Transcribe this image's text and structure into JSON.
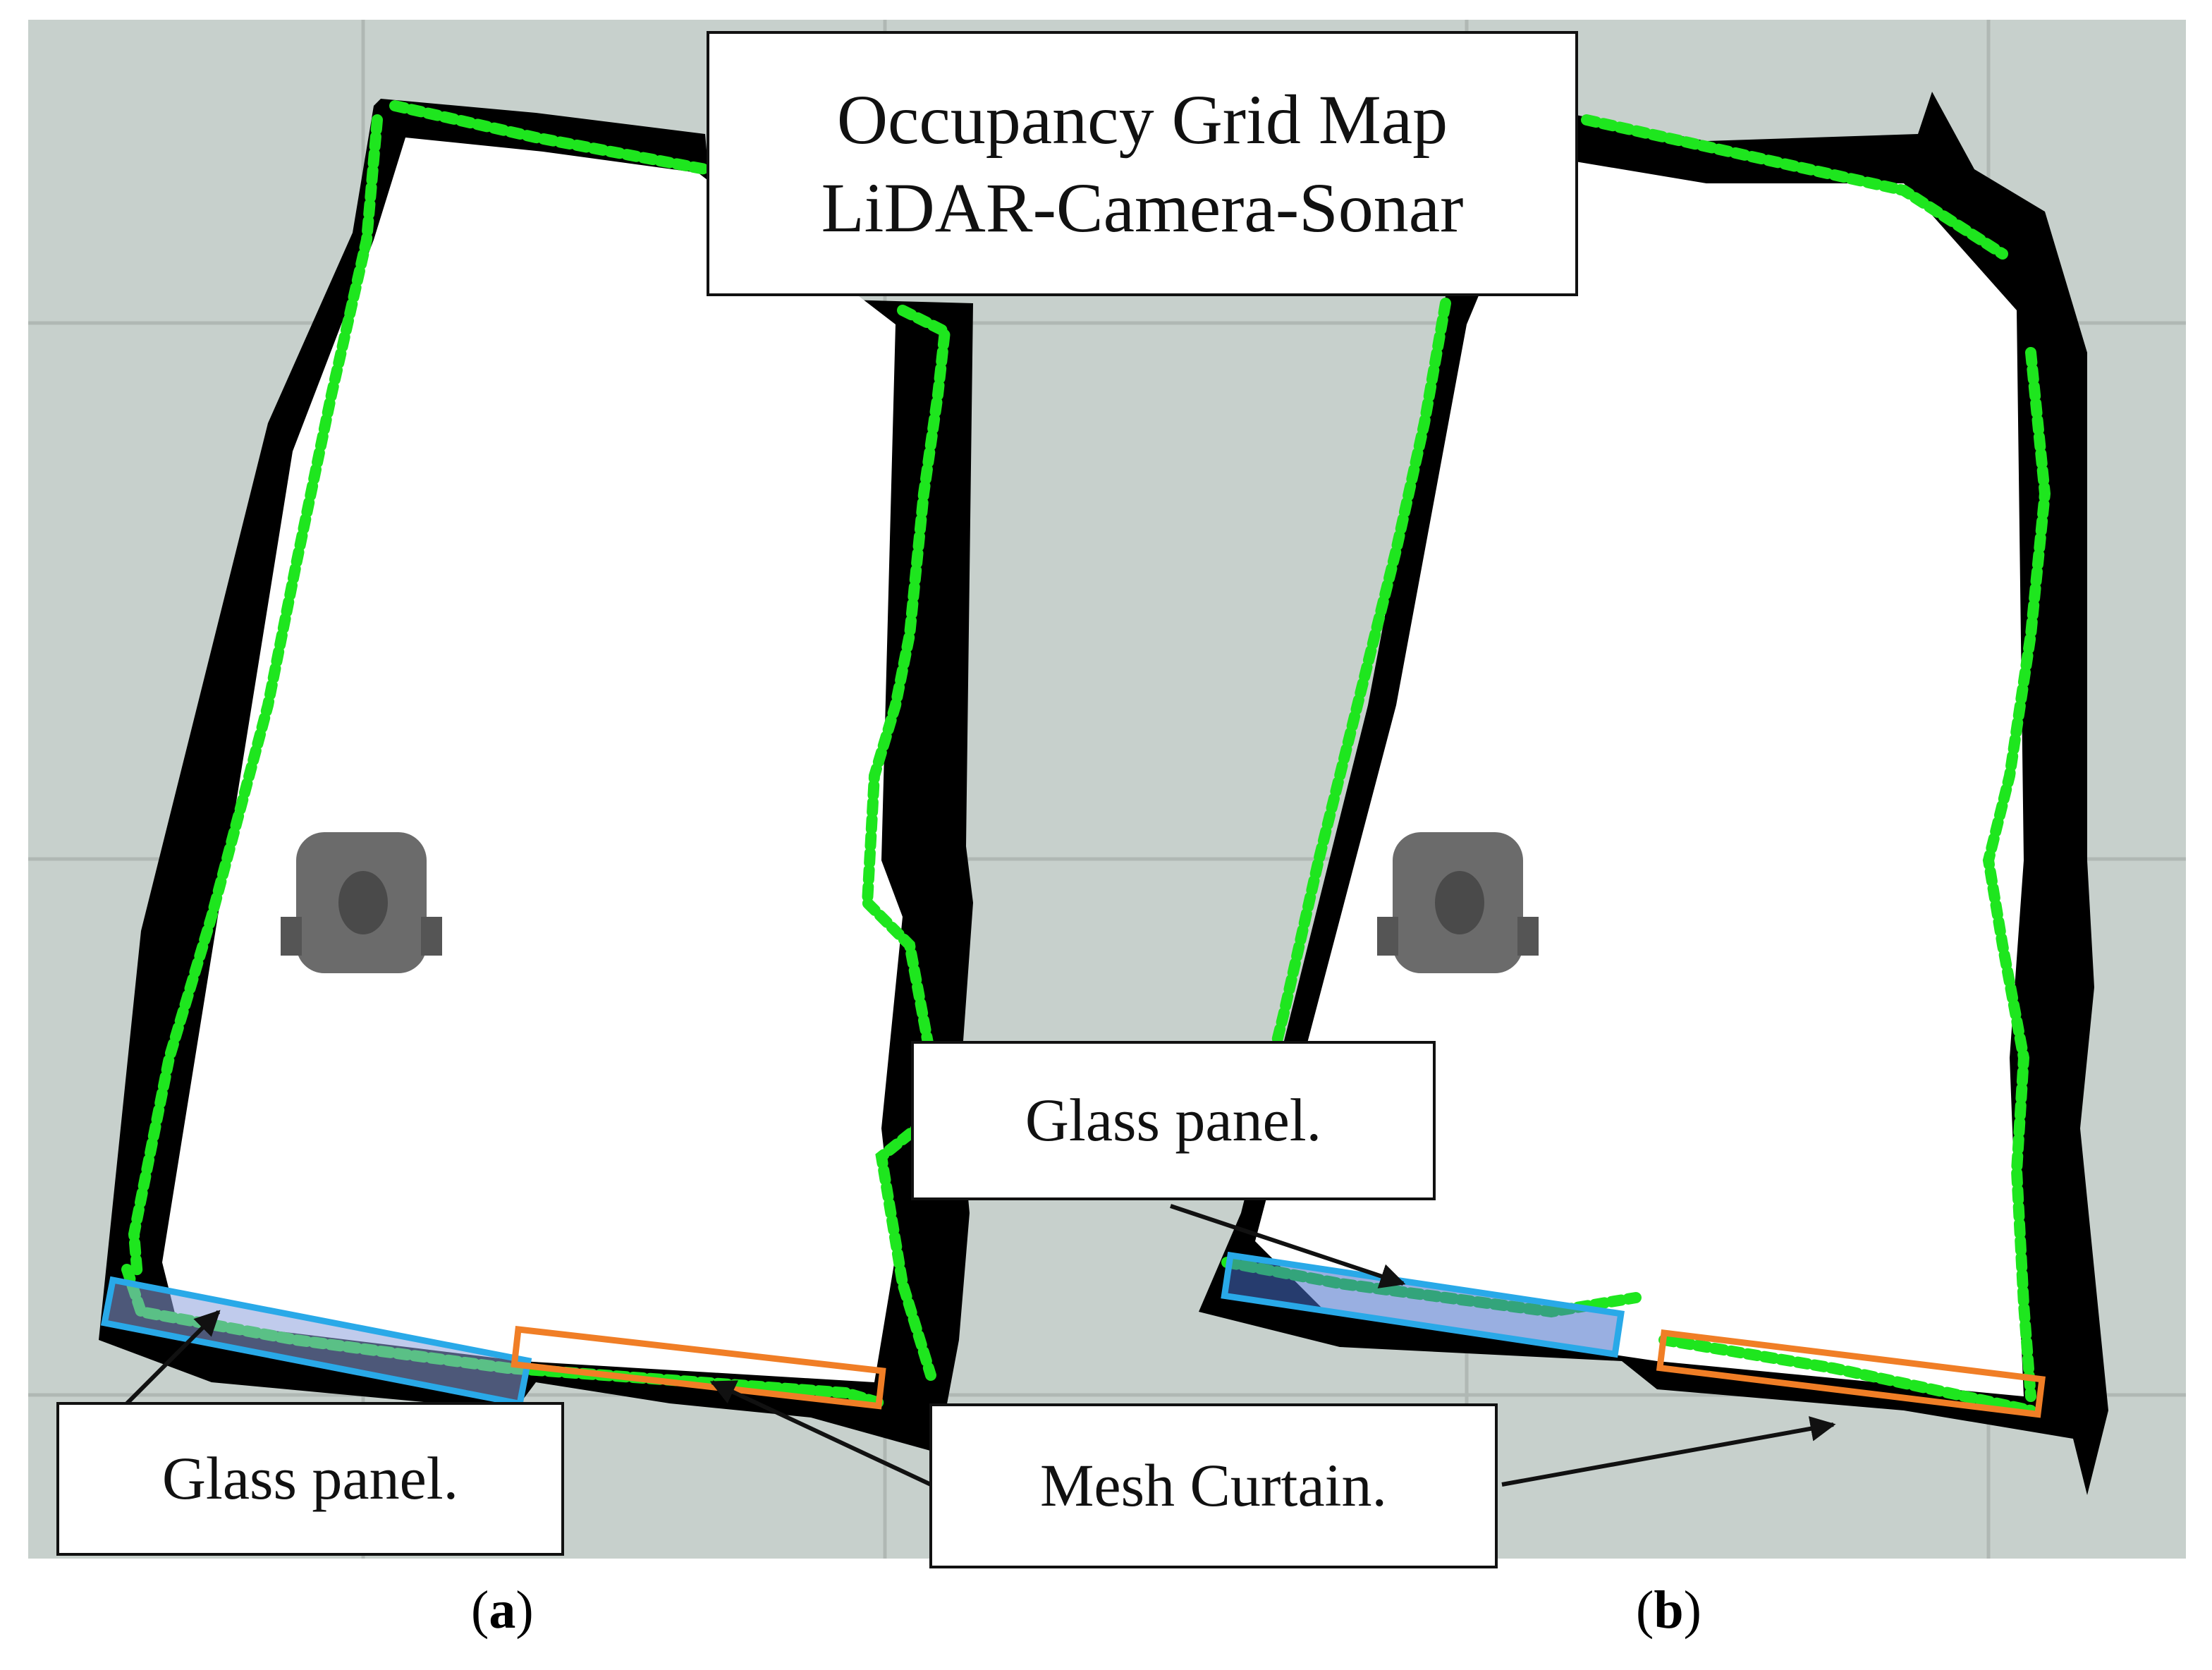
{
  "figure": {
    "title_box": {
      "line1": "Occupancy Grid Map",
      "line2": "LiDAR-Camera-Sonar"
    },
    "panels": [
      {
        "id": "a",
        "label": "a",
        "callouts": [
          {
            "text": "Glass panel."
          }
        ]
      },
      {
        "id": "b",
        "label": "b",
        "callouts": [
          {
            "text": "Glass panel."
          }
        ]
      }
    ],
    "shared_callout": {
      "text": "Mesh Curtain."
    }
  },
  "colors": {
    "unknown_cell": "#c7d0cc",
    "free_space": "#ffffff",
    "occupied": "#000000",
    "lidar_points": "#1ee61e",
    "glass_highlight": "#29a9e8",
    "mesh_highlight": "#f07e26",
    "robot": "#6b6b6b"
  },
  "icons": [
    "robot-icon",
    "arrow-icon"
  ]
}
